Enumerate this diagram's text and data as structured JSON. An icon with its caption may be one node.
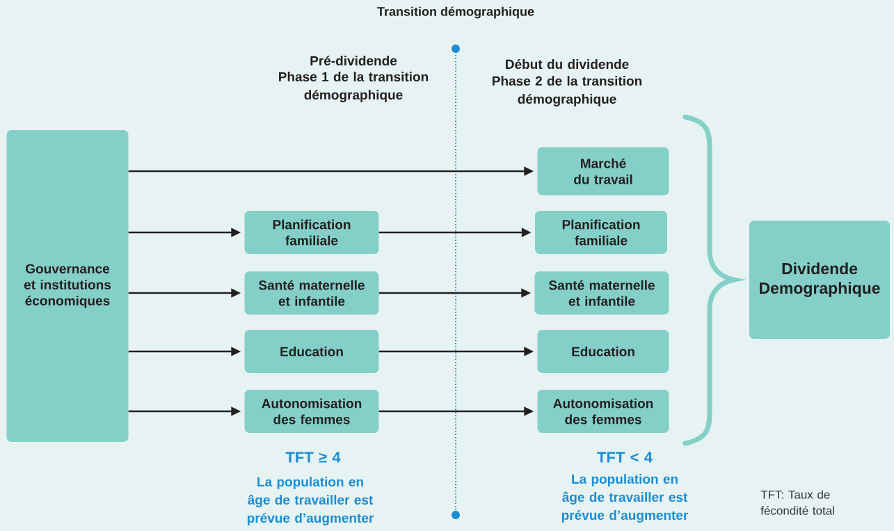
{
  "diagram": {
    "title": "Transition démographique",
    "nodes": [
      {
        "text": [
          "Gouvernance et institutions économiques"
        ]
      },
      {
        "text": [
          "Marché du travail"
        ]
      },
      {
        "text": [
          "Planification familiale"
        ]
      },
      {
        "text": [
          "Planification familiale"
        ]
      },
      {
        "text": [
          "Santé maternelle et infantile"
        ]
      },
      {
        "text": [
          "Santé maternelle et infantile"
        ]
      },
      {
        "text": [
          "Education"
        ]
      },
      {
        "text": [
          "Education"
        ]
      },
      {
        "text": [
          "Autonomisation des femmes"
        ]
      },
      {
        "text": [
          "Autonomisation des femmes"
        ]
      },
      {
        "text": [
          "Dividende Demographique"
        ]
      }
    ],
    "edges": [
      {
        "from": 0,
        "to": 1,
        "arrow": "to"
      },
      {
        "from": 0,
        "to": 2,
        "arrow": "to"
      },
      {
        "from": 2,
        "to": 3,
        "arrow": "to"
      },
      {
        "from": 0,
        "to": 4,
        "arrow": "to"
      },
      {
        "from": 4,
        "to": 5,
        "arrow": "to"
      },
      {
        "from": 0,
        "to": 6,
        "arrow": "to"
      },
      {
        "from": 6,
        "to": 7,
        "arrow": "to"
      },
      {
        "from": 0,
        "to": 8,
        "arrow": "to"
      },
      {
        "from": 8,
        "to": 9,
        "arrow": "to"
      }
    ],
    "labels": [
      "Pré-dividende",
      "Phase 1 de la transition démographique",
      "Début du dividende",
      "Phase 2 de la transition démographique",
      "TFT ≥ 4",
      "La population en âge de travailler est prévue d’augmenter",
      "TFT < 4",
      "La population en âge de travailler est prévue d’augmenter",
      "TFT: Taux de fécondité total"
    ]
  }
}
